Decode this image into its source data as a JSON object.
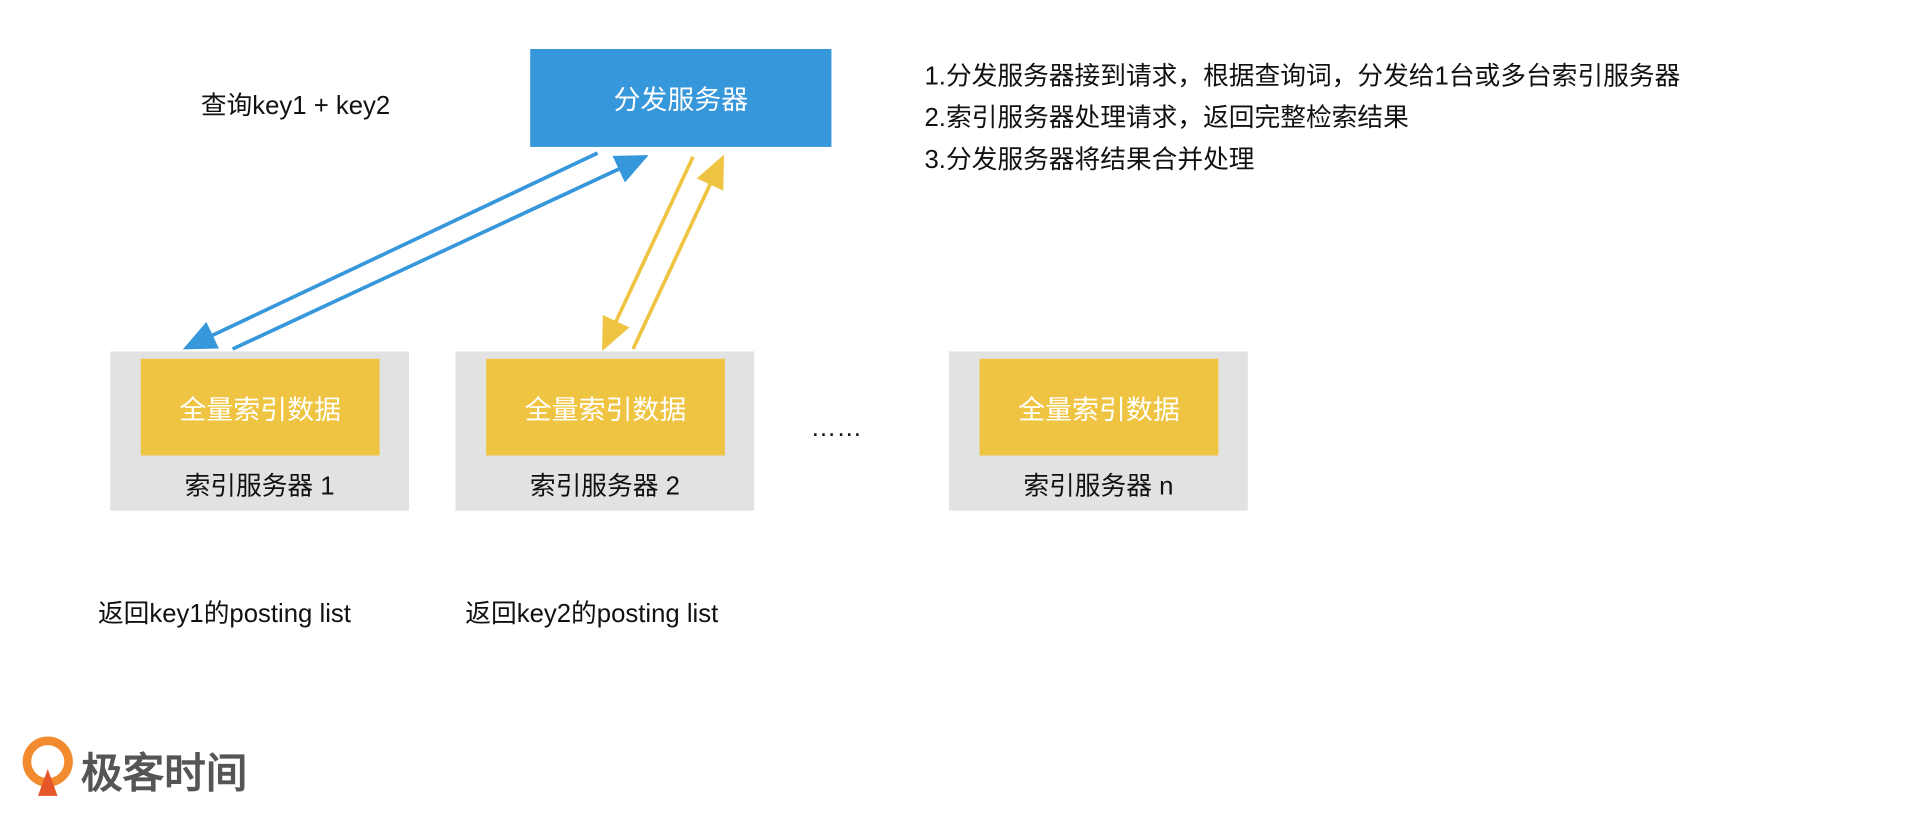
{
  "query_label": "查询key1 + key2",
  "dispatcher": {
    "label": "分发服务器",
    "color": "#3797db"
  },
  "steps": [
    "1.分发服务器接到请求，根据查询词，分发给1台或多台索引服务器",
    "2.索引服务器处理请求，返回完整检索结果",
    "3.分发服务器将结果合并处理"
  ],
  "servers": [
    {
      "data_label": "全量索引数据",
      "label": "索引服务器 1"
    },
    {
      "data_label": "全量索引数据",
      "label": "索引服务器 2"
    },
    {
      "data_label": "全量索引数据",
      "label": "索引服务器 n"
    }
  ],
  "ellipsis": "……",
  "returns": [
    "返回key1的posting list",
    "返回key2的posting list"
  ],
  "logo": {
    "text": "极客时间"
  },
  "colors": {
    "blue_arrow": "#3797db",
    "yellow_arrow": "#efc443",
    "data_box": "#efc443",
    "server_box": "#e2e2e2"
  }
}
